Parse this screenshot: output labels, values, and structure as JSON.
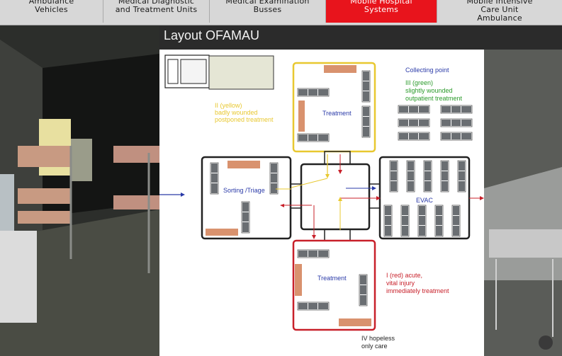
{
  "nav": {
    "tabs": [
      {
        "label": "Ambulance\nVehicles",
        "active": false
      },
      {
        "label": "Medical Diagnostic\nand Treatment Units",
        "active": false
      },
      {
        "label": "Medical Examination\nBusses",
        "active": false
      },
      {
        "label": "Mobile Hospital\nSystems",
        "active": true
      },
      {
        "label": "Mobile Intensive\nCare Unit\nAmbulance",
        "active": false
      }
    ]
  },
  "page": {
    "title": "Layout OFAMAU"
  },
  "diagram": {
    "yellow_label": [
      "II (yellow)",
      "badly wounded",
      "postponed treatment"
    ],
    "green_label": [
      "III (green)",
      "slightly wounded",
      "outpatient treatment"
    ],
    "red_label": [
      "I (red) acute,",
      "vital injury",
      "immediately treatment"
    ],
    "collecting_point": "Collecting point",
    "treatment_top": "Treatment",
    "treatment_bottom": "Treatment",
    "sorting": "Sorting /Triage",
    "evac": "EVAC",
    "hopeless": [
      "IV hopeless",
      "only care"
    ]
  },
  "colors": {
    "active_tab": "#e8141c",
    "yellow": "#e8c830",
    "red": "#c8202a",
    "green": "#2a9a2a",
    "blue_text": "#2a3aa8",
    "bed": "#d9926e",
    "stretcher": "#6a6e72"
  }
}
